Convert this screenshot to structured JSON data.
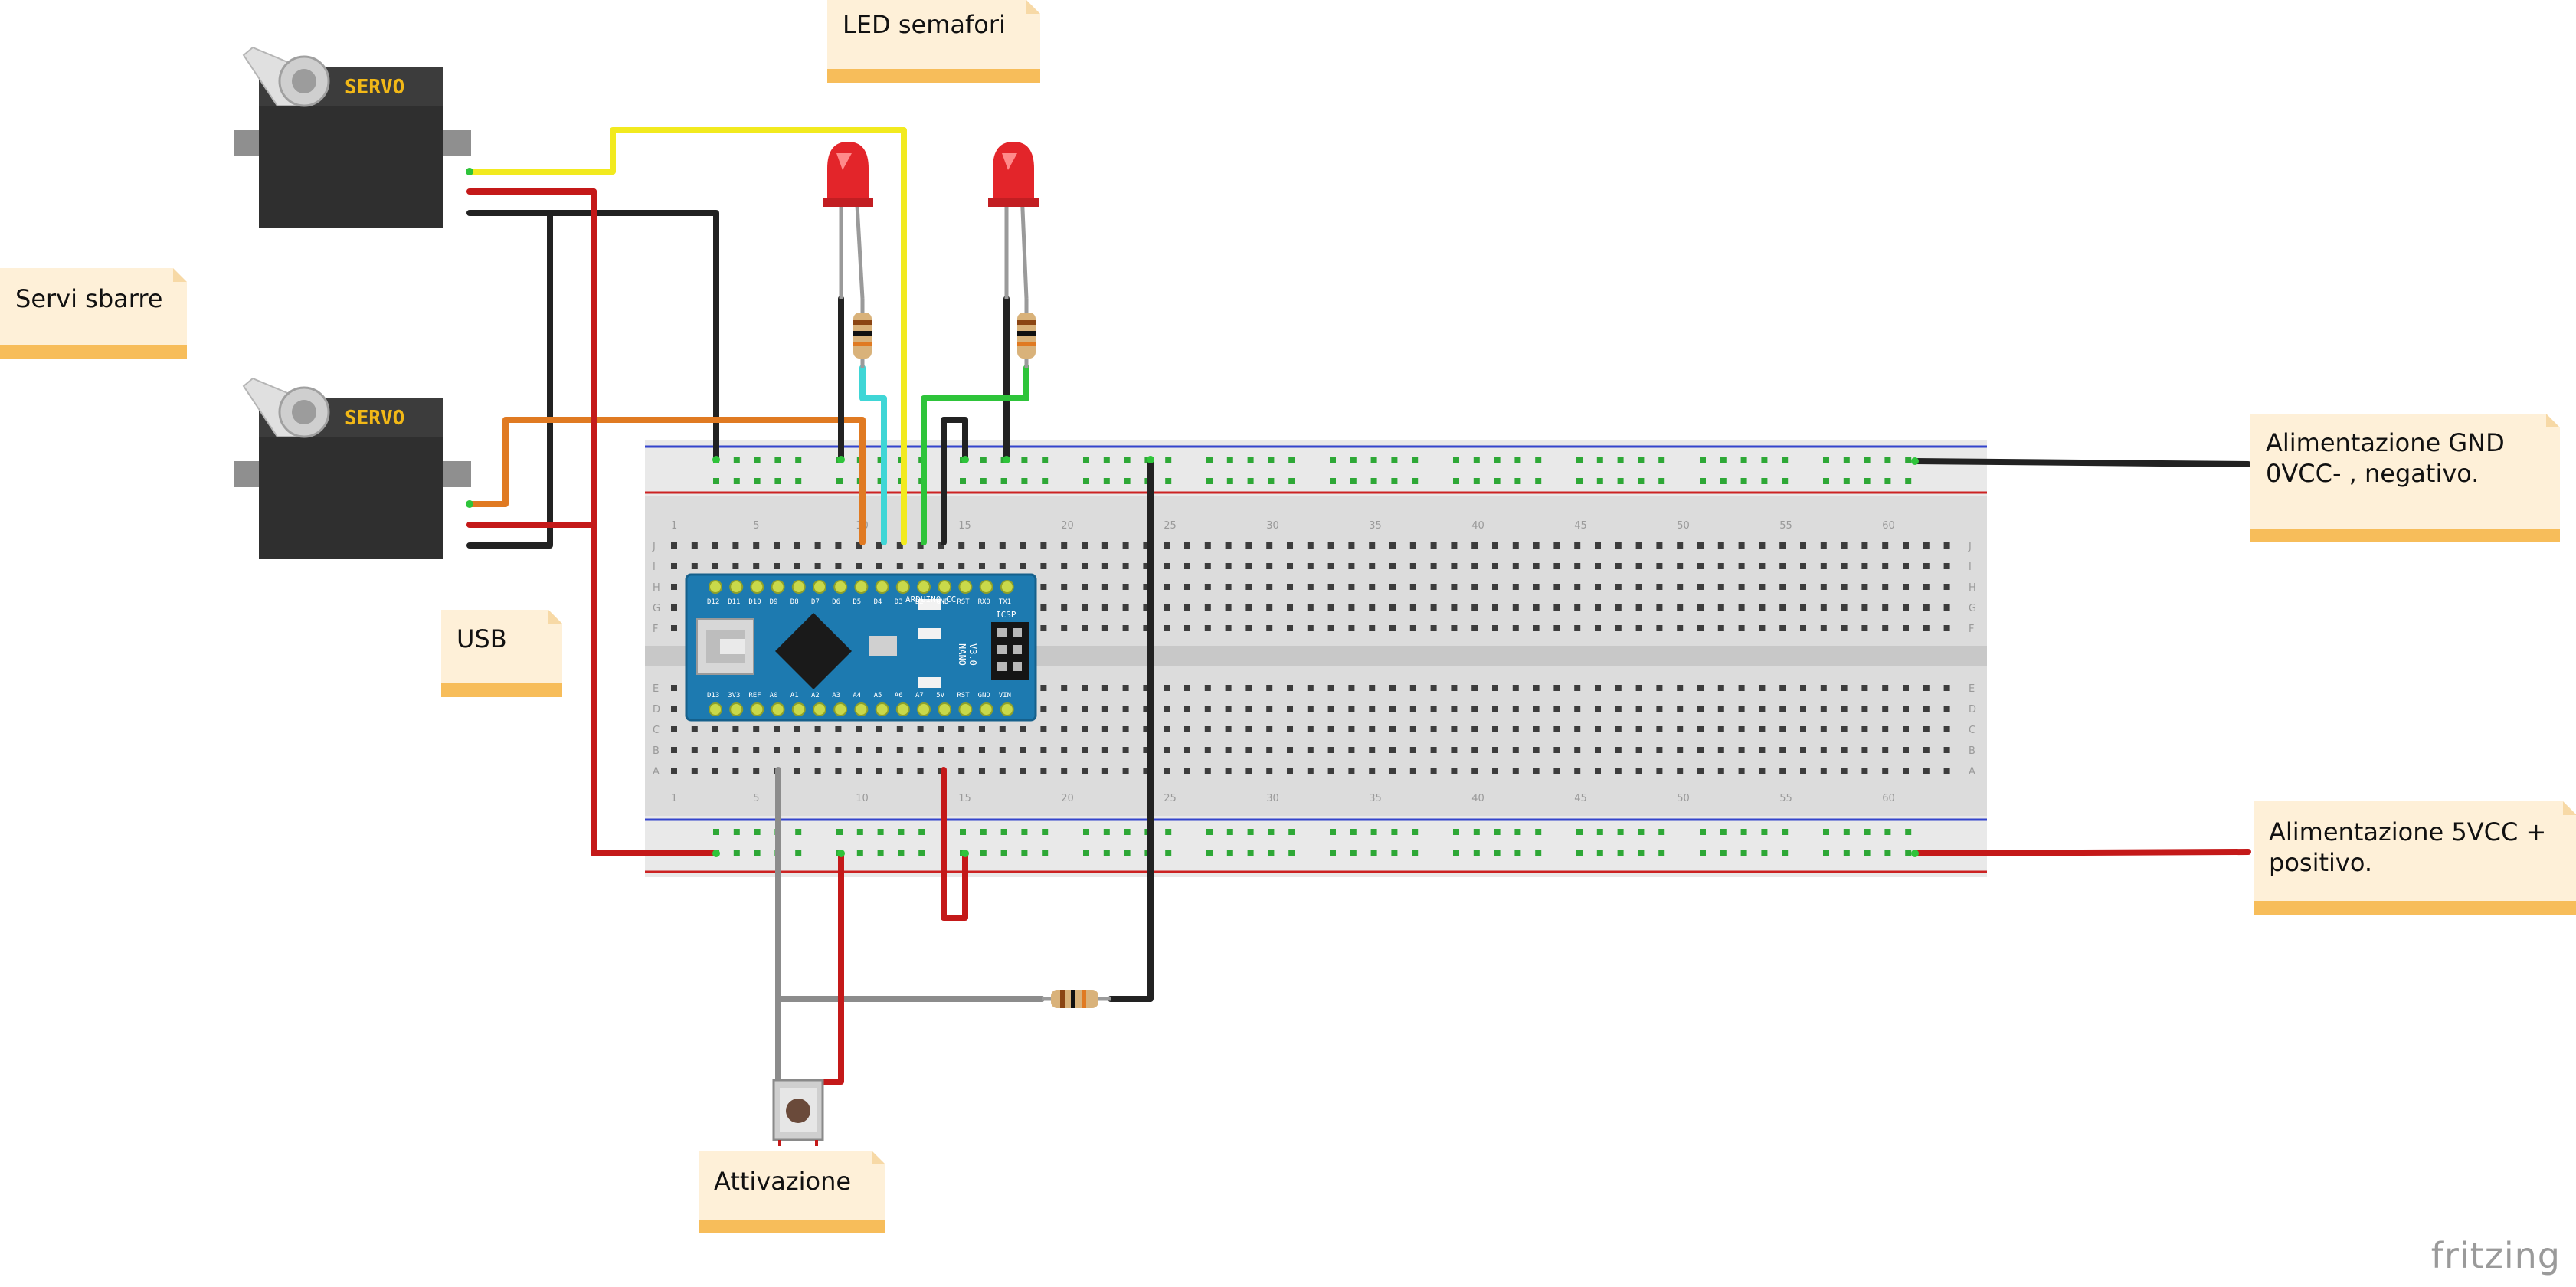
{
  "notes": {
    "servi": "Servi sbarre",
    "led": "LED semafori",
    "usb": "USB",
    "gnd": "Alimentazione GND\n0VCC- , negativo.",
    "vcc": "Alimentazione 5VCC +\npositivo.",
    "attivazione": "Attivazione"
  },
  "servo_label": "SERVO",
  "arduino": {
    "top_pins": [
      "D12",
      "D11",
      "D10",
      "D9",
      "D8",
      "D7",
      "D6",
      "D5",
      "D4",
      "D3",
      "D2",
      "GND",
      "RST",
      "RX0",
      "TX1"
    ],
    "bottom_pins": [
      "D13",
      "3V3",
      "REF",
      "A0",
      "A1",
      "A2",
      "A3",
      "A4",
      "A5",
      "A6",
      "A7",
      "5V",
      "RST",
      "GND",
      "VIN"
    ],
    "board_text": "ARDUINO.CC",
    "model_text": "NANO",
    "version_text": "V3.0",
    "icsp": "ICSP"
  },
  "breadboard": {
    "row_letters_top": [
      "J",
      "I",
      "H",
      "G",
      "F"
    ],
    "row_letters_bottom": [
      "E",
      "D",
      "C",
      "B",
      "A"
    ],
    "col_numbers": [
      "1",
      "5",
      "10",
      "15",
      "20",
      "25",
      "30",
      "35",
      "40",
      "45",
      "50",
      "55",
      "60"
    ]
  },
  "brand": "fritzing",
  "colors": {
    "yellow": "#f2ea1f",
    "red": "#c41919",
    "black": "#222222",
    "orange": "#e07a22",
    "cyan": "#3fd6d6",
    "green": "#2ec43a",
    "gray": "#8c8c8c",
    "arduino": "#1d7ab0",
    "note": "#fef0d8",
    "note_band": "#f7bd5a"
  }
}
